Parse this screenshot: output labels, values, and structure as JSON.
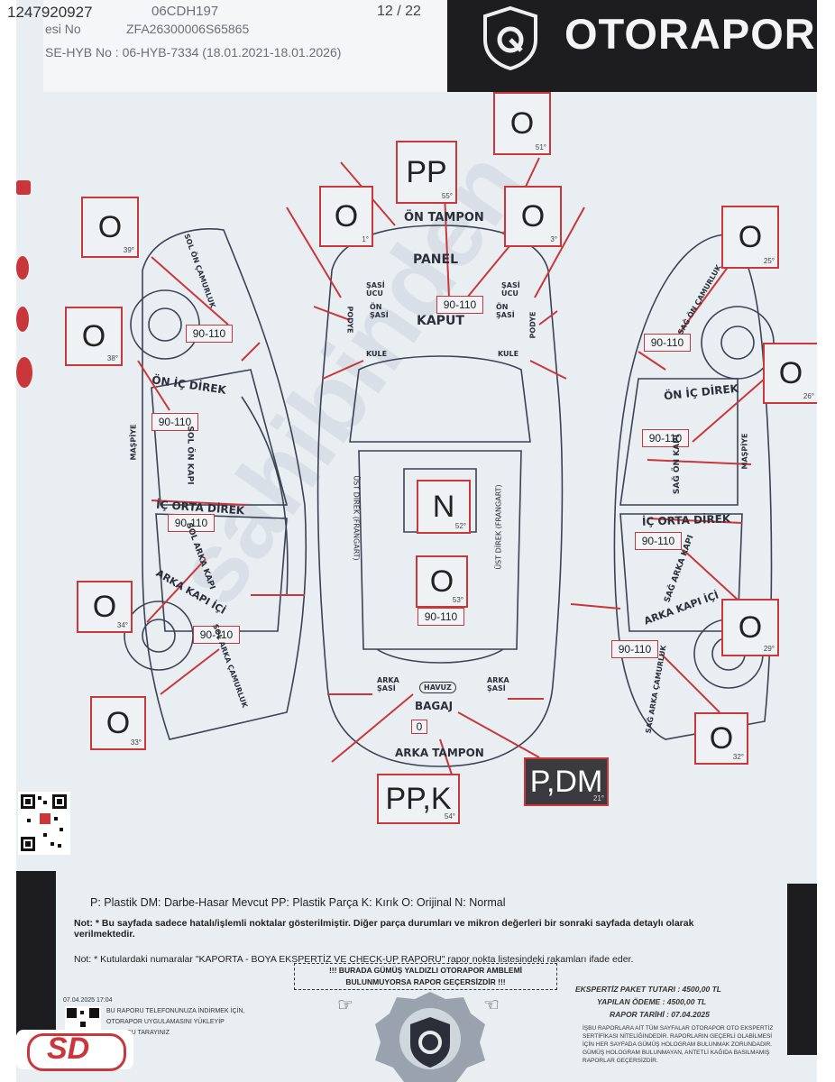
{
  "listing_id": "1247920927",
  "page_counter": "12 / 22",
  "header": {
    "line1": "06CDH197",
    "line2_label": "esi No",
    "line2_value": "ZFA26300006S65865",
    "line3": "SE-HYB No : 06-HYB-7334 (18.01.2021-18.01.2026)",
    "brand": "OTORAPOR"
  },
  "diagram": {
    "boxes": [
      {
        "id": "on-tampon",
        "value": "PP",
        "angle": "55°"
      },
      {
        "id": "on-sol-far",
        "value": "O",
        "angle": "1°"
      },
      {
        "id": "on-sag-far",
        "value": "O",
        "angle": "3°"
      },
      {
        "id": "on-top",
        "value": "O",
        "angle": "51°"
      },
      {
        "id": "sol-on-camurluk",
        "value": "O",
        "angle": "39°"
      },
      {
        "id": "sol-on-kapi",
        "value": "O",
        "angle": "38°"
      },
      {
        "id": "sol-arka-kapi",
        "value": "O",
        "angle": "34°"
      },
      {
        "id": "sol-arka-camurluk",
        "value": "O",
        "angle": "33°"
      },
      {
        "id": "sag-on-camurluk",
        "value": "O",
        "angle": "25°"
      },
      {
        "id": "sag-on-kapi",
        "value": "O",
        "angle": "26°"
      },
      {
        "id": "sag-arka-kapi",
        "value": "O",
        "angle": "29°"
      },
      {
        "id": "sag-arka-camurluk",
        "value": "O",
        "angle": "32°"
      },
      {
        "id": "tavan",
        "value": "N",
        "angle": "52°"
      },
      {
        "id": "bagaj-kapagi",
        "value": "O",
        "angle": "53°"
      },
      {
        "id": "arka-tampon",
        "value": "PP,K",
        "angle": "54°"
      },
      {
        "id": "arka-sag",
        "value": "P,DM",
        "angle": "21°"
      }
    ],
    "micron": {
      "kaput": "90-110",
      "sol_on": "90-110",
      "sol_on_kapi": "90-110",
      "sol_arka_kapi": "90-110",
      "sol_arka_camurluk": "90-110",
      "sag_on": "90-110",
      "sag_on_kapi": "90-110",
      "sag_arka_kapi": "90-110",
      "sag_arka_camurluk": "90-110",
      "bagaj": "90-110",
      "bagaj_zero": "0"
    },
    "labels": {
      "on_tampon": "ÖN TAMPON",
      "panel": "PANEL",
      "kaput": "KAPUT",
      "sasi_ucu": "ŞASİ UCU",
      "on_sasi": "ÖN ŞASİ",
      "podye": "PODYE",
      "kule": "KULE",
      "on_ic_direk": "ÖN İÇ DİREK",
      "ic_orta_direk": "İÇ ORTA DİREK",
      "sol_on_kapi": "SOL ÖN KAPI",
      "sol_arka_kapi": "SOL ARKA KAPI",
      "sag_on_kapi": "SAĞ ÖN KAPI",
      "sag_arka_kapi": "SAĞ ARKA KAPI",
      "arka_kapi_ici": "ARKA KAPI İÇİ",
      "maspiye": "MAŞPİYE",
      "sol_on_camurluk": "SOL ÖN ÇAMURLUK",
      "sag_on_camurluk": "SAĞ ÖN ÇAMURLUK",
      "sol_arka_camurluk": "SOL ARKA ÇAMURLUK",
      "sag_arka_camurluk": "SAĞ ARKA ÇAMURLUK",
      "ust_direk": "ÜST DİREK (FRANGART)",
      "havuz": "HAVUZ",
      "bagaj": "BAGAJ",
      "arka_sasi": "ARKA ŞASİ",
      "arka_tampon": "ARKA TAMPON"
    }
  },
  "legend": "P: Plastik  DM: Darbe-Hasar Mevcut  PP: Plastik Parça  K: Kırık  O: Orijinal  N: Normal",
  "notes": {
    "note1": "Not: * Bu sayfada sadece hatalı/işlemli noktalar gösterilmiştir. Diğer parça durumları ve mikron değerleri bir sonraki sayfada detaylı olarak verilmektedir.",
    "note2": "Not: * Kutulardaki numaralar \"KAPORTA - BOYA EKSPERTİZ VE CHECK-UP RAPORU\" rapor nokta listesindeki rakamları ifade eder.",
    "hologram_line1": "!!! BURADA GÜMÜŞ YALDIZLI OTORAPOR AMBLEMİ",
    "hologram_line2": "BULUNMUYORSA RAPOR GEÇERSİZDİR !!!"
  },
  "fees": {
    "paket": "EKSPERTİZ PAKET TUTARI : 4500,00 TL",
    "odeme": "YAPILAN ÖDEME : 4500,00 TL",
    "tarih": "RAPOR TARİHİ : 07.04.2025"
  },
  "footer": {
    "timestamp": "07.04.2025 17:04",
    "app_line1": "BU RAPORU TELEFONUNUZA İNDİRMEK İÇİN,",
    "app_line2": "OTORAPOR UYGULAMASINI YÜKLEYİP",
    "app_line3": "QR KODU TARAYINIZ",
    "disclaimer": "İŞBU RAPORLARA AİT TÜM SAYFALAR OTORAPOR OTO EKSPERTİZ SERTİFİKASI NİTELİĞİNDEDİR. RAPORLARIN GEÇERLİ OLABİLMESİ İÇİN HER SAYFADA GÜMÜŞ HOLOGRAM BULUNMAK ZORUNDADIR. GÜMÜŞ HOLOGRAM BULUNMAYAN, ANTETLİ KAĞIDA BASILMAMIŞ RAPORLAR GEÇERSİZDİR.",
    "dealer_logo": "SD"
  },
  "colors": {
    "red": "#c9373a",
    "dark": "#1d1d1f",
    "paper": "#e9eef2"
  }
}
